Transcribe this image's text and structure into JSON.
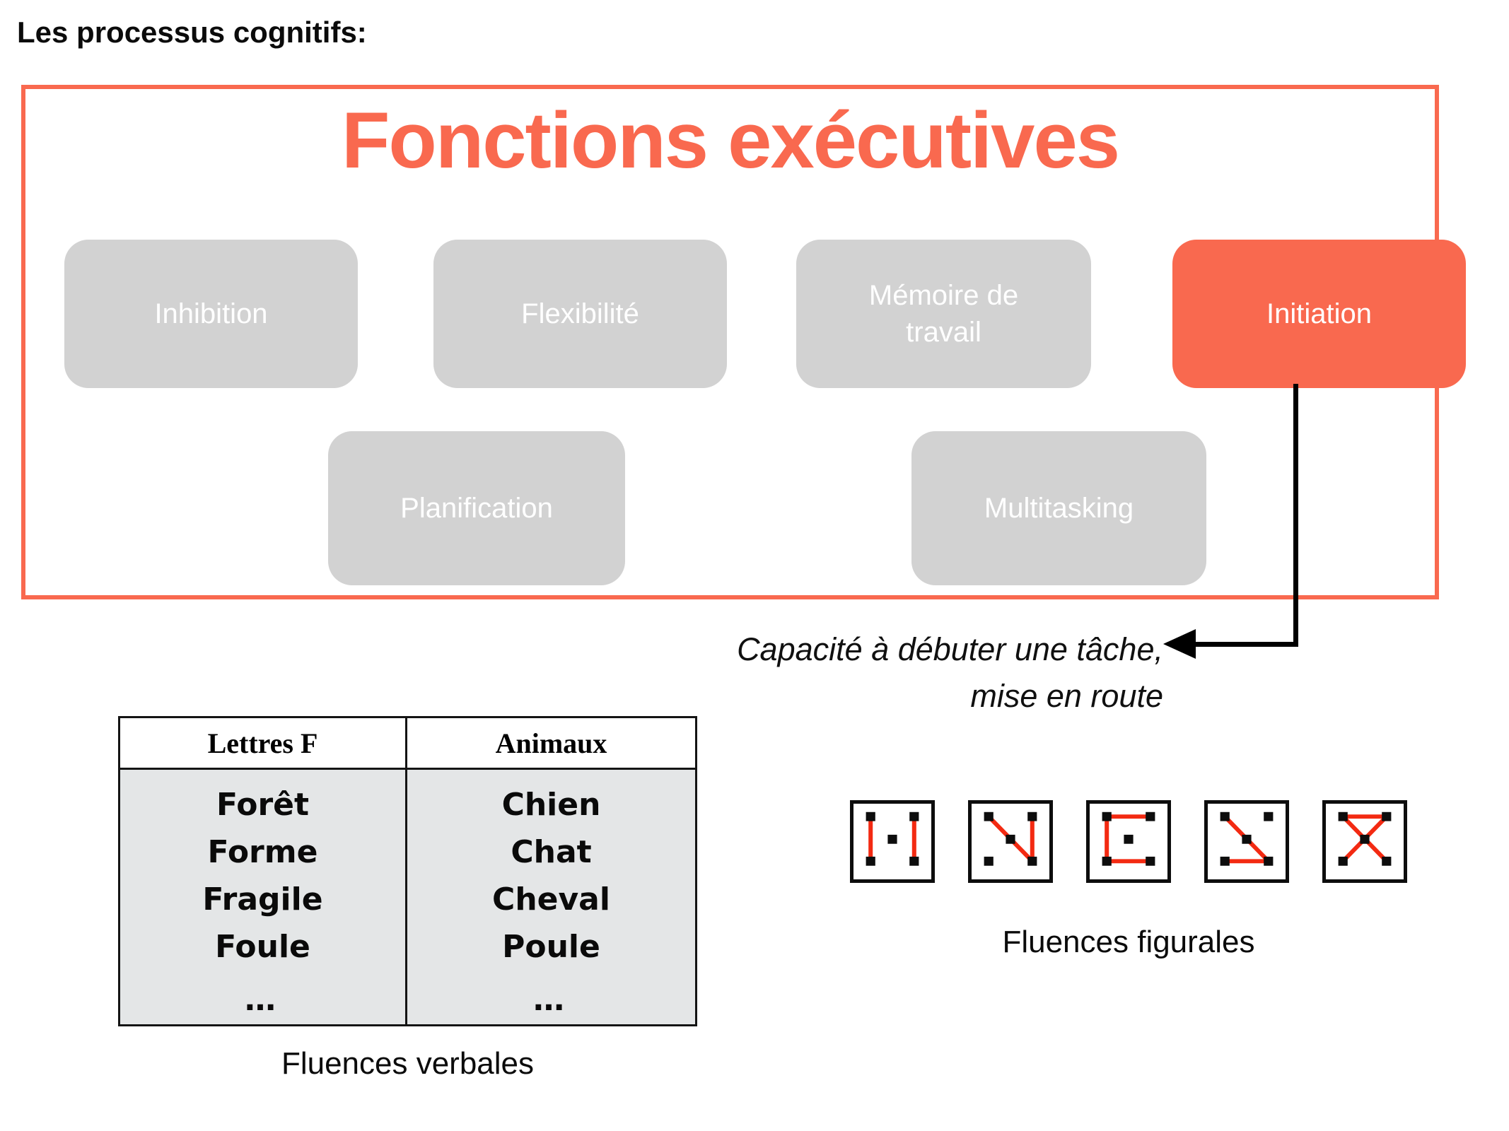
{
  "theme": {
    "accent_color": "#F9694F",
    "line_red": "#F32A12",
    "box_gray": "#D2D2D2",
    "table_gray": "#E4E6E7"
  },
  "page": {
    "top_label": "Les processus cognitifs:"
  },
  "executive_box": {
    "title": "Fonctions exécutives",
    "functions": [
      {
        "label": "Inhibition",
        "highlighted": false
      },
      {
        "label": "Flexibilité",
        "highlighted": false
      },
      {
        "label": "Mémoire de travail",
        "highlighted": false
      },
      {
        "label": "Initiation",
        "highlighted": true
      },
      {
        "label": "Planification",
        "highlighted": false
      },
      {
        "label": "Multitasking",
        "highlighted": false
      }
    ]
  },
  "annotation": {
    "line1": "Capacité à débuter une tâche,",
    "line2": "mise en route"
  },
  "verbal_fluency": {
    "columns": [
      "Lettres F",
      "Animaux"
    ],
    "rows": [
      [
        "Forêt",
        "Chien"
      ],
      [
        "Forme",
        "Chat"
      ],
      [
        "Fragile",
        "Cheval"
      ],
      [
        "Foule",
        "Poule"
      ],
      [
        "…",
        "…"
      ]
    ],
    "caption": "Fluences verbales"
  },
  "figural_fluency": {
    "caption": "Fluences figurales",
    "dots": [
      [
        22,
        17
      ],
      [
        78,
        17
      ],
      [
        50,
        47
      ],
      [
        22,
        76
      ],
      [
        78,
        76
      ]
    ],
    "cards": [
      {
        "name": "pattern-two-verticals",
        "lines": [
          [
            22,
            17,
            22,
            76
          ],
          [
            78,
            17,
            78,
            76
          ]
        ]
      },
      {
        "name": "pattern-diagonal-and-vertical",
        "lines": [
          [
            22,
            17,
            78,
            76
          ],
          [
            78,
            17,
            78,
            76
          ]
        ]
      },
      {
        "name": "pattern-open-bracket",
        "lines": [
          [
            22,
            17,
            78,
            17
          ],
          [
            22,
            17,
            22,
            76
          ],
          [
            22,
            76,
            78,
            76
          ]
        ]
      },
      {
        "name": "pattern-check",
        "lines": [
          [
            22,
            17,
            78,
            76
          ],
          [
            22,
            76,
            78,
            76
          ]
        ]
      },
      {
        "name": "pattern-hourglass-x",
        "lines": [
          [
            22,
            17,
            78,
            17
          ],
          [
            22,
            17,
            78,
            76
          ],
          [
            78,
            17,
            22,
            76
          ]
        ]
      }
    ]
  }
}
